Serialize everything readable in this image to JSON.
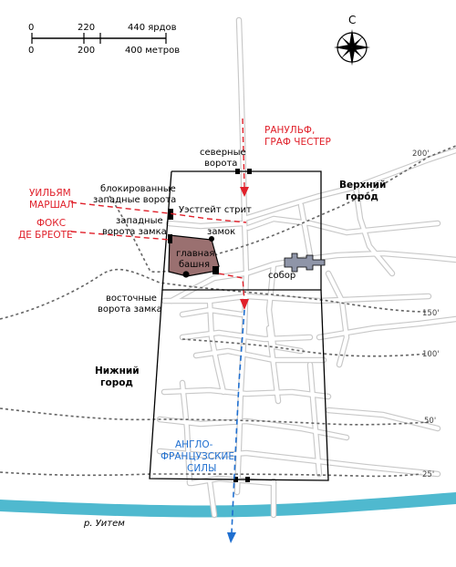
{
  "scale_bar": {
    "top": [
      "0",
      "220",
      "440 ярдов"
    ],
    "bottom": [
      "0",
      "200",
      "400 метров"
    ]
  },
  "compass": {
    "north": "С"
  },
  "commanders": {
    "ranulf": [
      "РАНУЛЬФ,",
      "ГРАФ ЧЕСТЕР"
    ],
    "marshal": [
      "УИЛЬЯМ",
      "МАРШАЛ"
    ],
    "fawkes": [
      "ФОКС",
      "ДЕ БРЕОТЕ"
    ],
    "anglo_french": [
      "АНГЛО-",
      "ФРАНЦУЗСКИЕ",
      "СИЛЫ"
    ]
  },
  "labels": {
    "north_gate": [
      "северные",
      "ворота"
    ],
    "blocked_west_gate": [
      "блокированные",
      "западные ворота"
    ],
    "westgate_street": "Уэстгейт стрит",
    "castle_west_gate": [
      "западные",
      "ворота замка"
    ],
    "castle": "замок",
    "keep": [
      "главная",
      "башня"
    ],
    "cathedral": "собор",
    "castle_east_gate": [
      "восточные",
      "ворота замка"
    ],
    "upper_town": [
      "Верхний",
      "город"
    ],
    "lower_town": [
      "Нижний",
      "город"
    ],
    "river": "р. Уитем"
  },
  "contours": [
    "200'",
    "150'",
    "100'",
    "50'",
    "25'"
  ],
  "colors": {
    "attackers": "#e0202a",
    "allied_forces": "#1f6fd0",
    "river": "#4fb9cf",
    "castle_fill": "#9a7070",
    "cathedral_fill": "#8f95a8"
  }
}
